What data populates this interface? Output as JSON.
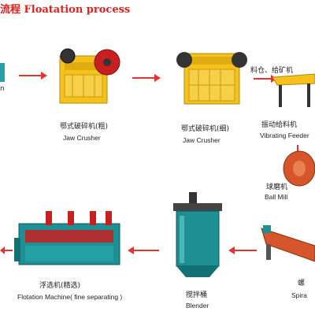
{
  "title": "流程 Floatation process",
  "labels": {
    "partial_left": "n",
    "jaw1_zh": "鄂式破碎机(粗)",
    "jaw1_en": "Jaw Crusher",
    "jaw2_zh": "鄂式破碎机(细)",
    "jaw2_en": "Jaw Crusher",
    "bin_zh": "料仓、给矿机",
    "feeder_zh": "振动给料机",
    "feeder_en": "Vibrating Feeder",
    "ball_zh": "球磨机",
    "ball_en": "Ball Mill",
    "blender_zh": "搅拌桶",
    "blender_en": "Blender",
    "flot_zh": "浮选机(精选)",
    "flot_en": "Flotation Machine( fine separating )",
    "spiral_zh": "螺",
    "spiral_en": "Spira"
  },
  "colors": {
    "title": "#e0201e",
    "arrow": "#e8322e",
    "machine_yellow": "#f4c21a",
    "machine_red": "#c8201e",
    "machine_teal": "#1e8f93",
    "machine_orange": "#d6552a"
  }
}
